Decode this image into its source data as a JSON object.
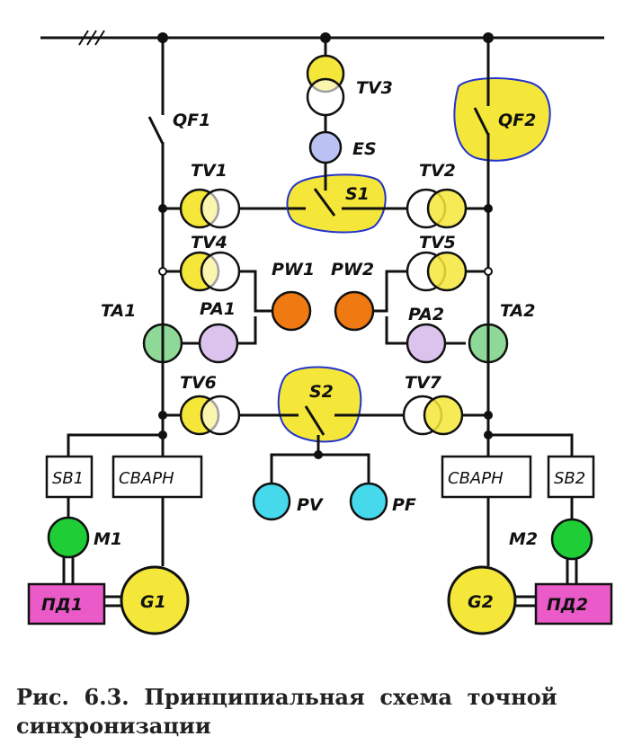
{
  "colors": {
    "yellow": "#f5e73a",
    "blue": "#b9c2f2",
    "orange": "#ef7a12",
    "lilac": "#dcc3ee",
    "green_light": "#8ed898",
    "cyan": "#46d9ec",
    "green_dark": "#1fce36",
    "magenta": "#ea5ac8",
    "highlight_outline": "#2233cc"
  },
  "labels": {
    "tv3": "TV3",
    "es": "ES",
    "s1": "S1",
    "qf1": "QF1",
    "qf2": "QF2",
    "tv1": "TV1",
    "tv2": "TV2",
    "tv4": "TV4",
    "tv5": "TV5",
    "pw1": "PW1",
    "pw2": "PW2",
    "ta1": "TA1",
    "ta2": "TA2",
    "pa1": "PA1",
    "pa2": "PA2",
    "tv6": "TV6",
    "tv7": "TV7",
    "s2": "S2",
    "sb1": "SB1",
    "sb2": "SB2",
    "svarn1": "CBAPH",
    "svarn2": "CBAPH",
    "pv": "PV",
    "pf": "PF",
    "m1": "M1",
    "m2": "M2",
    "pd1": "ПД1",
    "pd2": "ПД2",
    "g1": "G1",
    "g2": "G2"
  },
  "caption": {
    "line1": "Рис.  6.3.  Принципиальная  схема  точной",
    "line2": "синхронизации"
  }
}
